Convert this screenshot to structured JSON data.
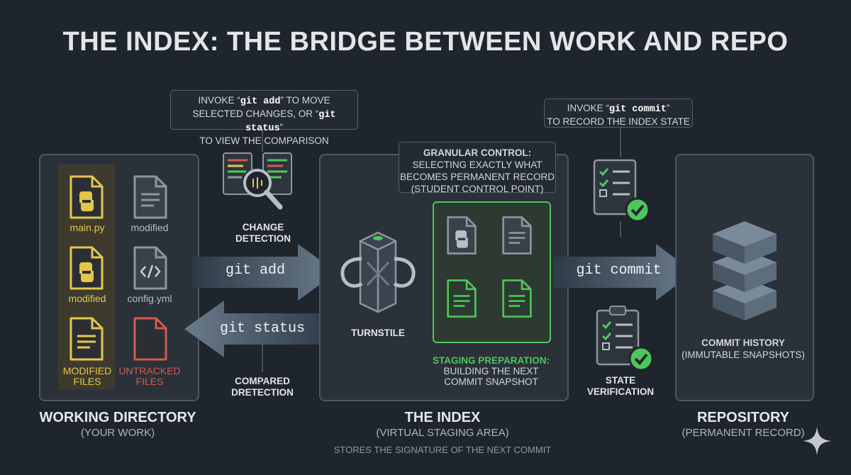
{
  "title": "THE INDEX: THE BRIDGE BETWEEN WORK AND REPO",
  "callouts": {
    "add": {
      "pre1": "INVOKE “",
      "cmd": "git add",
      "post1": "” TO MOVE",
      "line2pre": "SELECTED CHANGES, OR “",
      "cmd2": "git status",
      "line2post": "”",
      "line3": "TO VIEW THE COMPARISON"
    },
    "commit": {
      "pre": "INVOKE “",
      "cmd": "git commit",
      "post": "”",
      "line2": "TO RECORD THE INDEX STATE"
    },
    "granular": {
      "line1": "GRANULAR CONTROL:",
      "line2": "SELECTING EXACTLY WHAT",
      "line3": "BECOMES PERMANENT RECORD",
      "line4": "(STUDENT CONTROL POINT)"
    }
  },
  "working_directory": {
    "files": [
      {
        "label": "main.py",
        "color": "#e4c74a"
      },
      {
        "label": "modified",
        "color": "#b7bec5"
      },
      {
        "label": "modified",
        "color": "#e4c74a"
      },
      {
        "label": "config.yml",
        "color": "#b7bec5"
      }
    ],
    "modified_files_line1": "MODIFIED",
    "modified_files_line2": "FILES",
    "untracked_line1": "UNTRACKED",
    "untracked_line2": "FILES",
    "title": "WORKING DIRECTORY",
    "subtitle": "(YOUR WORK)"
  },
  "labels": {
    "change_detection_1": "CHANGE",
    "change_detection_2": "DETECTION",
    "compared_1": "COMPARED",
    "compared_2": "DRETECTION",
    "turnstile": "TURNSTILE",
    "staging_1": "STAGING PREPARATION:",
    "staging_2": "BUILDING THE NEXT",
    "staging_3": "COMMIT SNAPSHOT",
    "state_1": "STATE",
    "state_2": "VERIFICATION",
    "commit_history_1": "COMMIT HISTORY",
    "commit_history_2": "(IMMUTABLE SNAPSHOTS)"
  },
  "arrows": {
    "git_add": "git add",
    "git_status": "git status",
    "git_commit": "git commit"
  },
  "index": {
    "title": "THE INDEX",
    "subtitle": "(VIRTUAL STAGING AREA)",
    "note": "STORES THE SIGNATURE OF THE NEXT COMMIT"
  },
  "repository": {
    "title": "REPOSITORY",
    "subtitle": "(PERMANENT RECORD)"
  },
  "colors": {
    "yellow": "#e4c74a",
    "red": "#d9574f",
    "green": "#4fc65a",
    "gray_icon": "#8d969f",
    "arrow": "#5e6f80"
  }
}
